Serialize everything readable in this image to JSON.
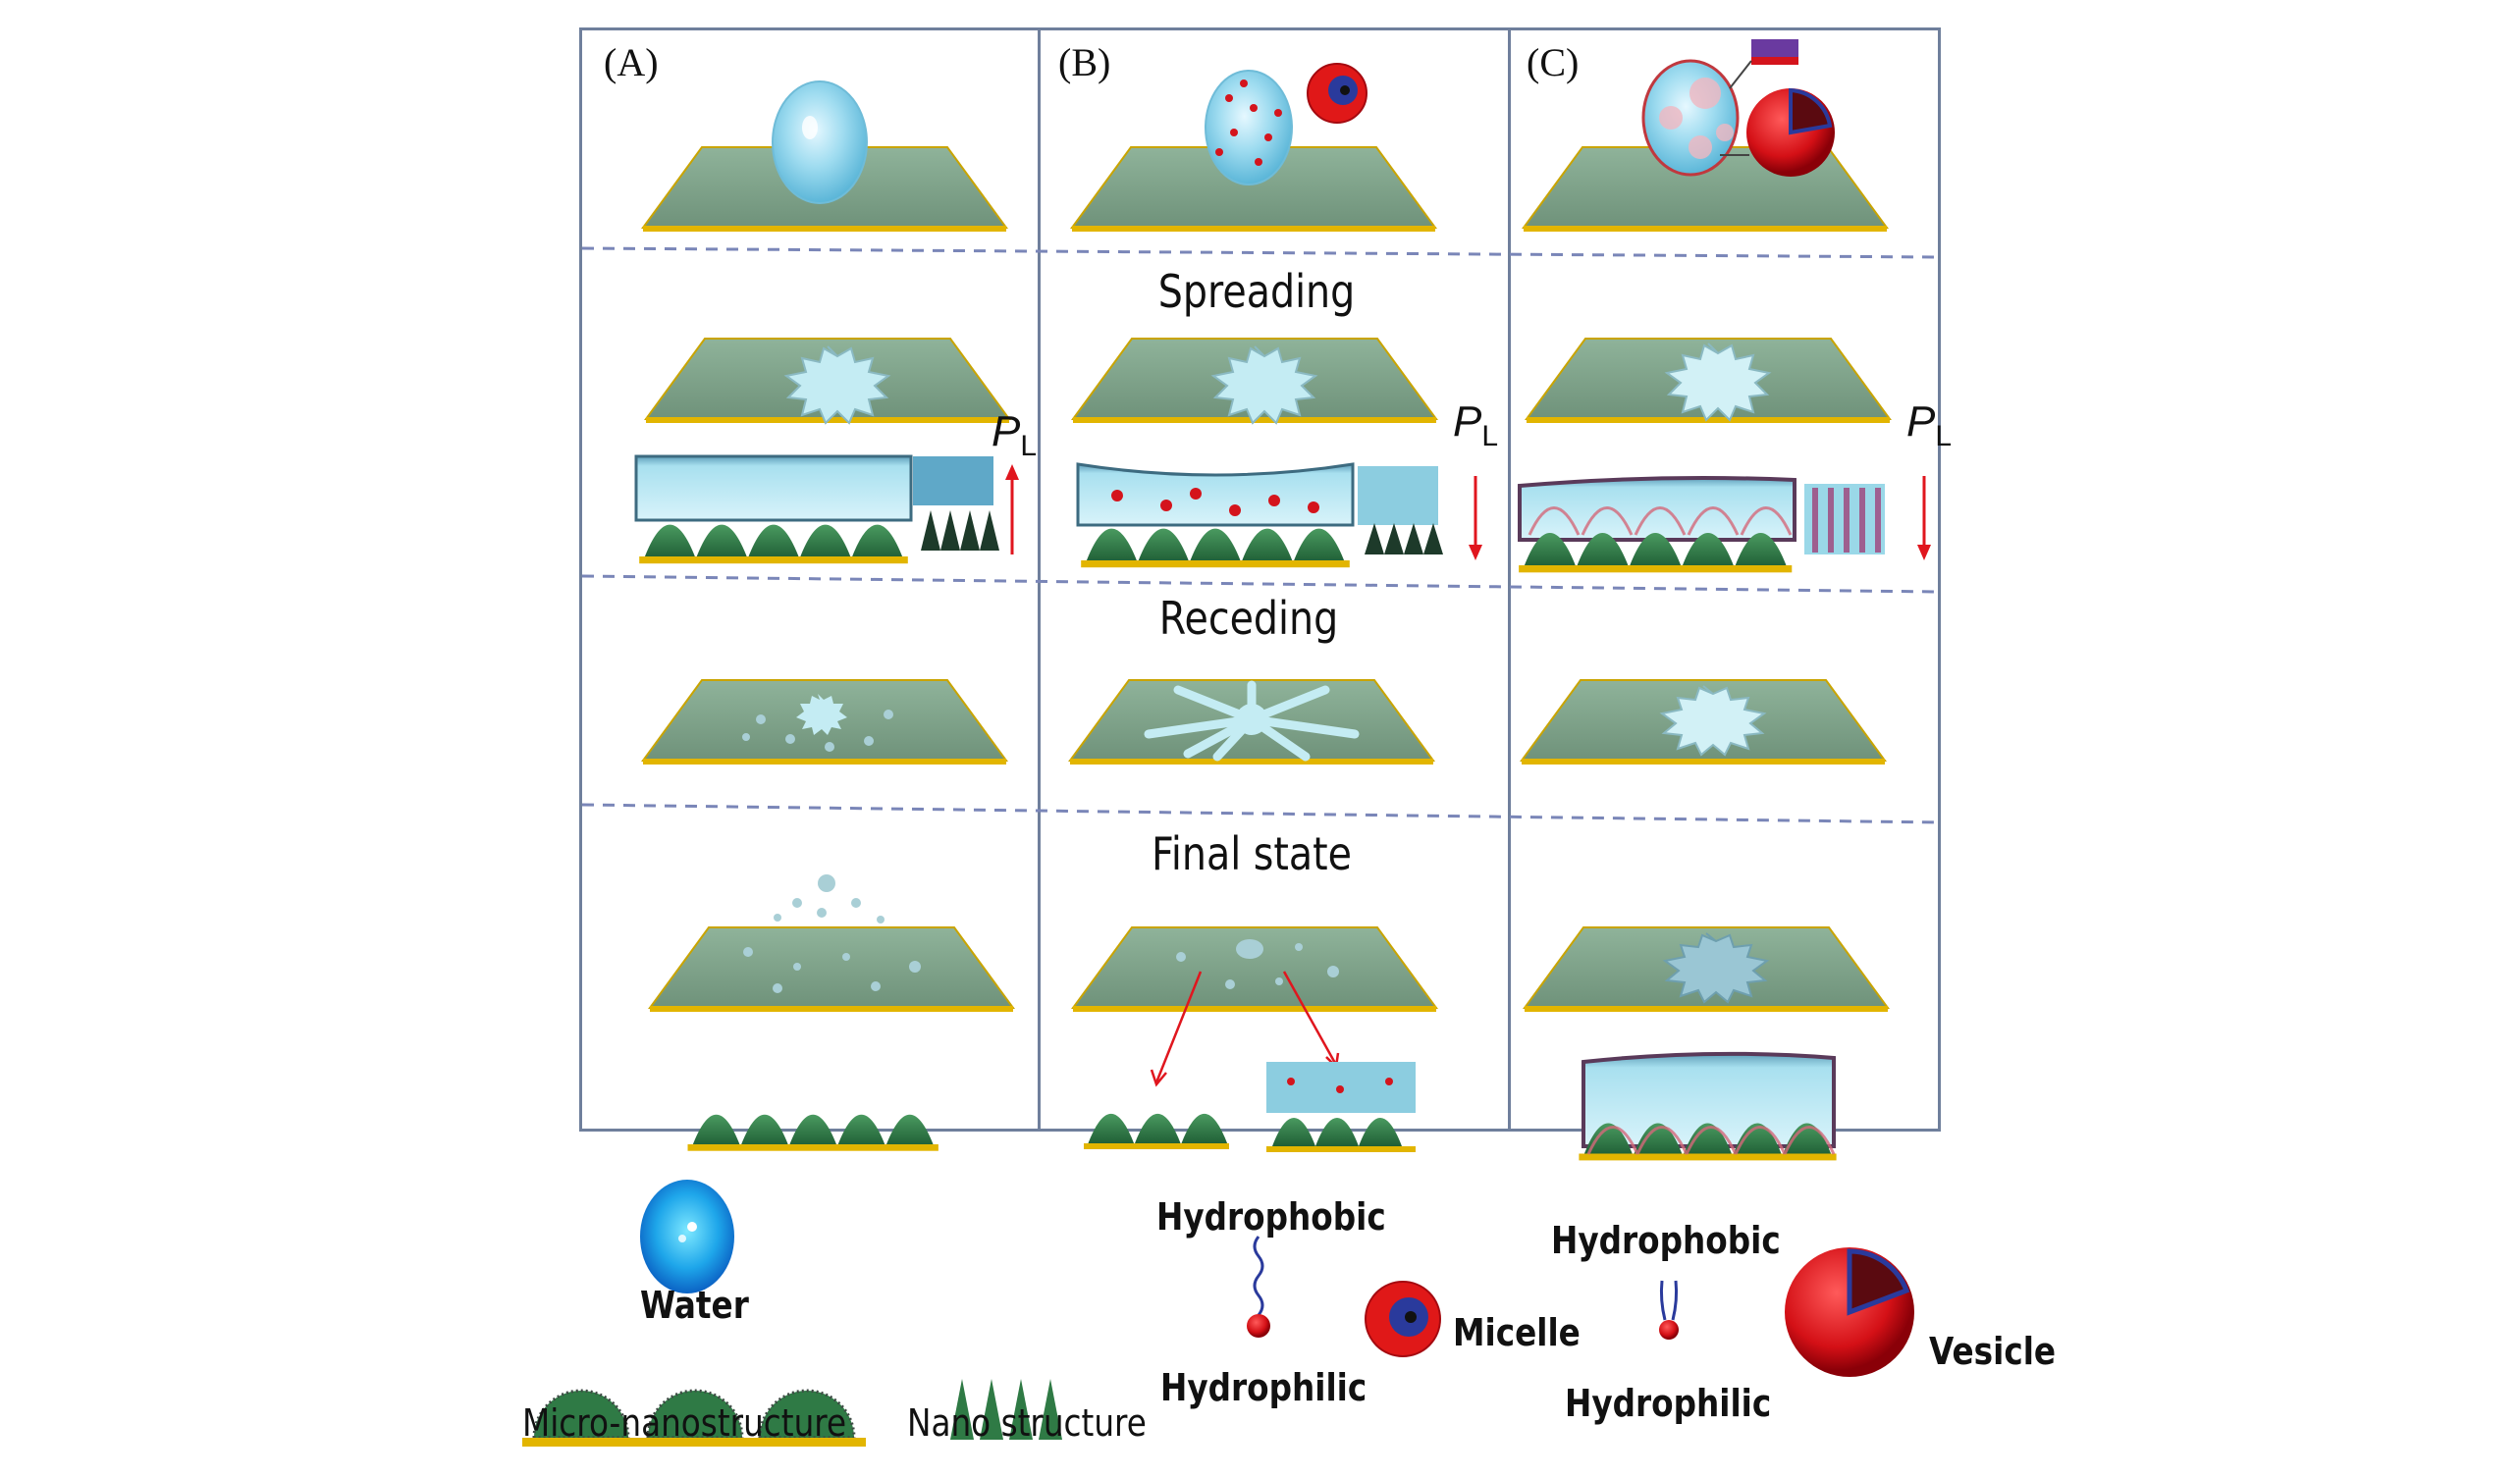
{
  "figure": {
    "panels": [
      {
        "label": "(A)"
      },
      {
        "label": "(B)"
      },
      {
        "label": "(C)"
      }
    ],
    "stages": [
      "Spreading",
      "Receding",
      "Final state"
    ],
    "pressure_label": {
      "symbol": "P",
      "subscript": "L"
    },
    "pressure_direction": {
      "A": "up",
      "B": "down",
      "C": "down"
    }
  },
  "legend": {
    "water": "Water",
    "micro_nanostructure": "Micro-nanostructure",
    "nano_structure": "Nano structure",
    "surfactant_1": {
      "top": "Hydrophobic",
      "bottom": "Hydrophilic"
    },
    "micelle": "Micelle",
    "surfactant_2": {
      "top": "Hydrophobic",
      "bottom": "Hydrophilic"
    },
    "vesicle": "Vesicle"
  },
  "colors": {
    "frame": "#6f7f9c",
    "dashed_separator": "#7a86b8",
    "substrate_green": "#7c9f86",
    "substrate_edge": "#e2b500",
    "water": "#8fd3ea",
    "bump_green": "#2f7a45",
    "surfactant_red": "#d4141c",
    "surfactant_blue": "#2a3a9c",
    "arrow_red": "#e0161e"
  }
}
